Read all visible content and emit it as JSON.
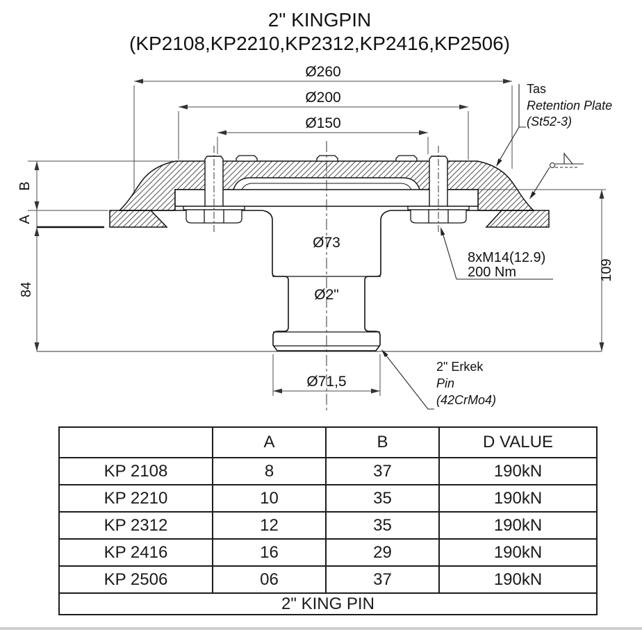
{
  "title": "2\" KINGPIN",
  "subtitle": "(KP2108,KP2210,KP2312,KP2416,KP2506)",
  "drawing": {
    "dims": {
      "d260": "Ø260",
      "d200": "Ø200",
      "d150": "Ø150",
      "d73": "Ø73",
      "d2in": "Ø2\"",
      "d715": "Ø71,5",
      "h84": "84",
      "h109": "109",
      "a": "A",
      "b": "B"
    },
    "labels": {
      "retention": {
        "line1": "Tas",
        "line2": "Retention Plate",
        "line3": "(St52-3)"
      },
      "bolt": {
        "line1": "8xM14(12.9)",
        "line2": "200 Nm"
      },
      "pin": {
        "line1": "2\" Erkek",
        "line2": "Pin",
        "line3": "(42CrMo4)"
      }
    }
  },
  "table": {
    "headers": [
      "",
      "A",
      "B",
      "D VALUE"
    ],
    "rows": [
      {
        "model": "KP 2108",
        "a": "8",
        "b": "37",
        "d": "190kN"
      },
      {
        "model": "KP 2210",
        "a": "10",
        "b": "35",
        "d": "190kN"
      },
      {
        "model": "KP 2312",
        "a": "12",
        "b": "35",
        "d": "190kN"
      },
      {
        "model": "KP 2416",
        "a": "16",
        "b": "29",
        "d": "190kN"
      },
      {
        "model": "KP 2506",
        "a": "06",
        "b": "37",
        "d": "190kN"
      }
    ],
    "footer": "2\" KING PIN"
  },
  "colors": {
    "line": "#111111",
    "dim": "#4a4a4a",
    "hatch": "#3a3a3a"
  }
}
